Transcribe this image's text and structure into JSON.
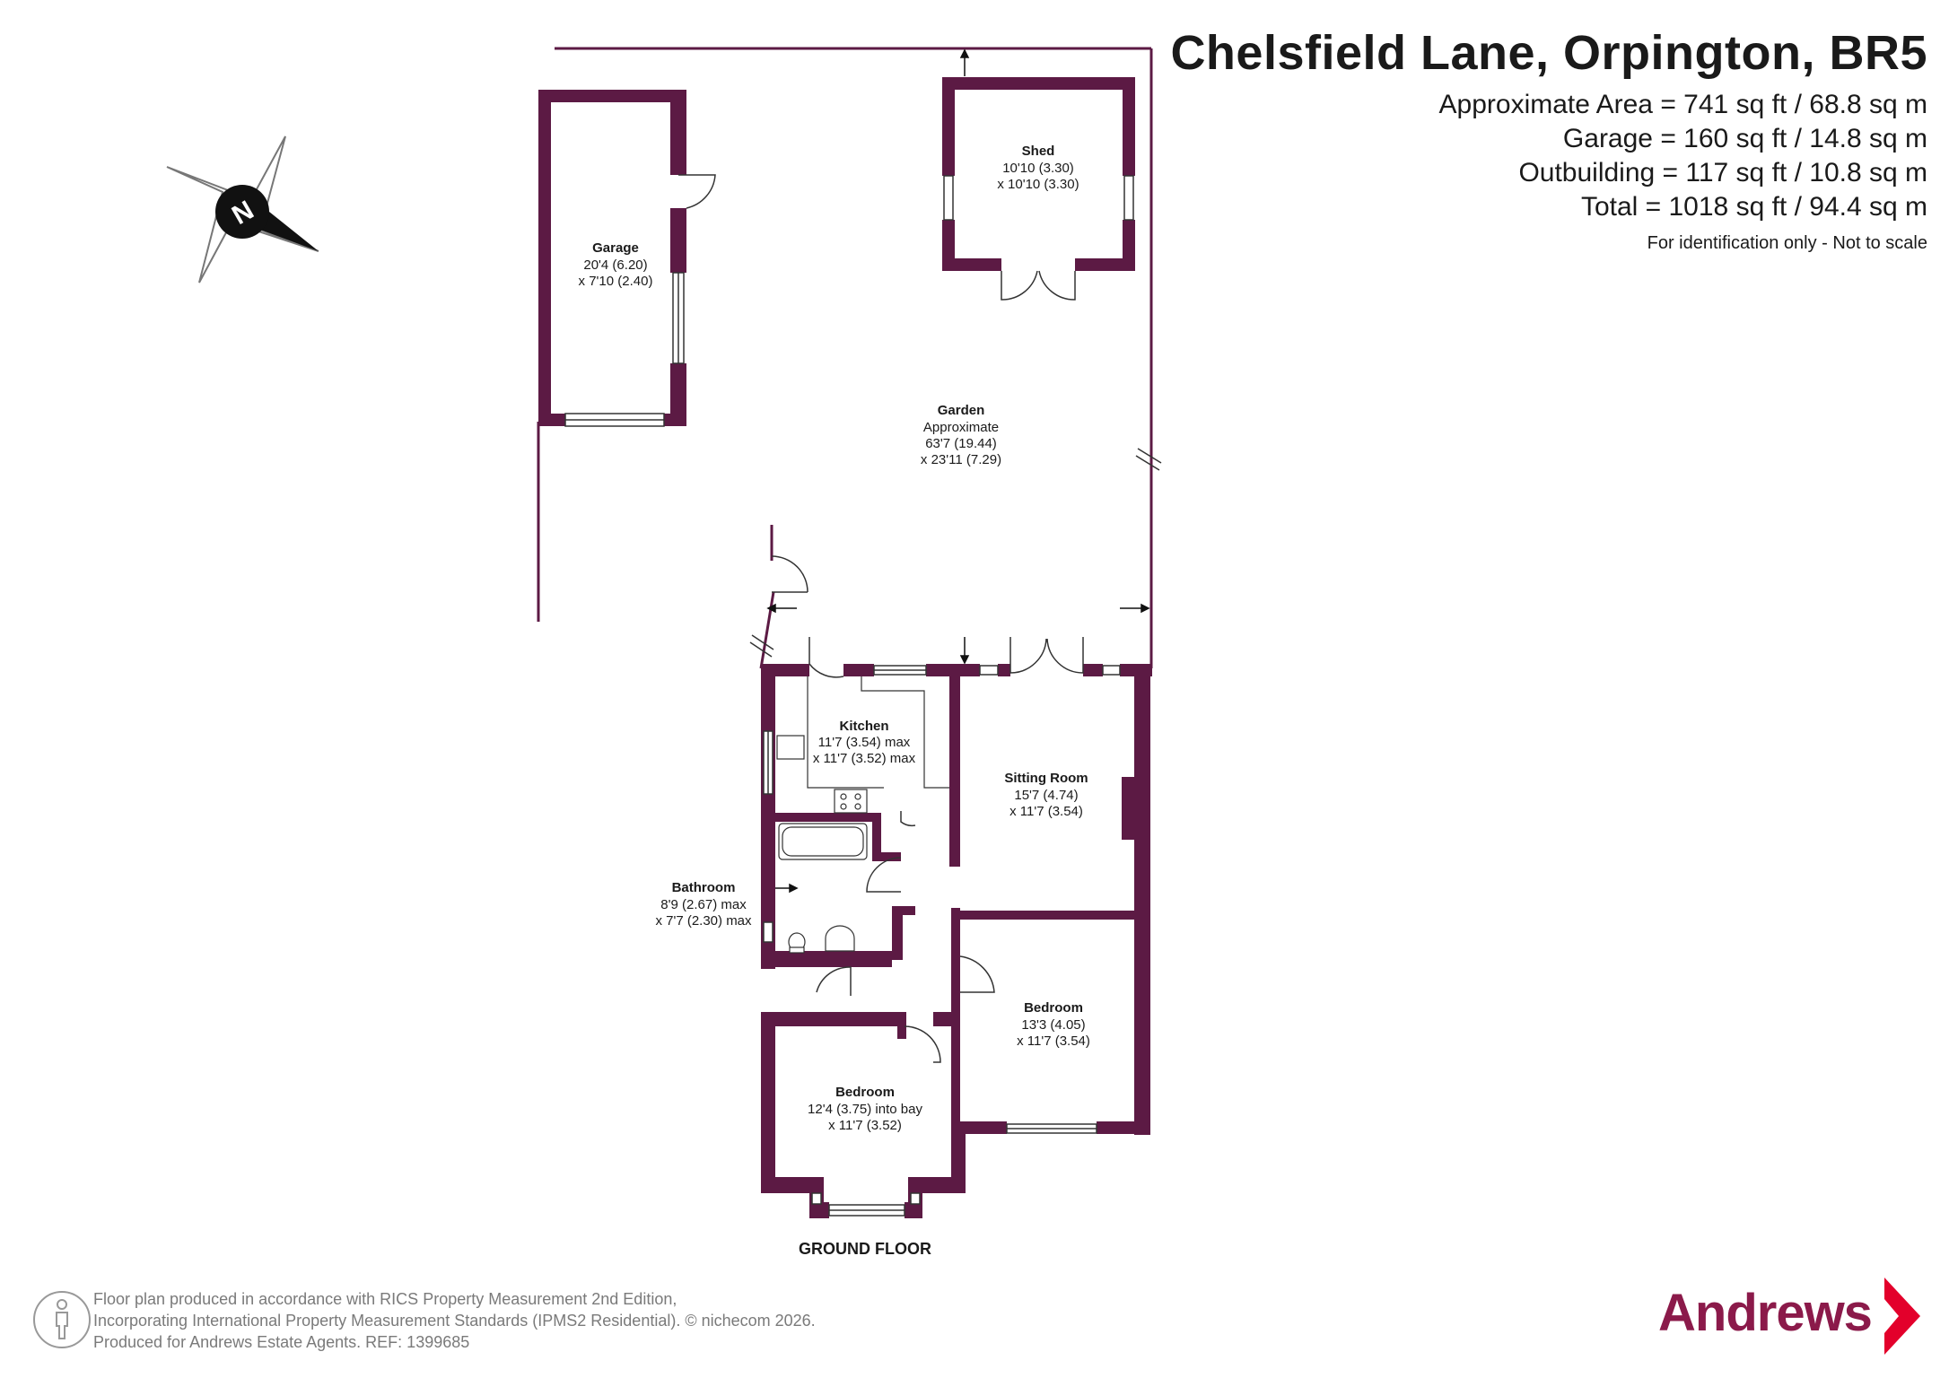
{
  "header": {
    "title": "Chelsfield Lane, Orpington, BR5",
    "areas": [
      "Approximate Area = 741 sq ft / 68.8 sq m",
      "Garage = 160 sq ft / 14.8 sq m",
      "Outbuilding = 117 sq ft / 10.8 sq m",
      "Total = 1018 sq ft / 94.4 sq m"
    ],
    "disclaimer": "For identification only - Not to scale"
  },
  "compass": {
    "label": "N"
  },
  "rooms": {
    "garage": {
      "name": "Garage",
      "dim1": "20'4 (6.20)",
      "dim2": "x 7'10 (2.40)"
    },
    "shed": {
      "name": "Shed",
      "dim1": "10'10 (3.30)",
      "dim2": "x 10'10 (3.30)"
    },
    "garden": {
      "name": "Garden",
      "note": "Approximate",
      "dim1": "63'7 (19.44)",
      "dim2": "x 23'11 (7.29)"
    },
    "kitchen": {
      "name": "Kitchen",
      "dim1": "11'7 (3.54) max",
      "dim2": "x 11'7 (3.52) max"
    },
    "sitting_room": {
      "name": "Sitting Room",
      "dim1": "15'7 (4.74)",
      "dim2": "x 11'7 (3.54)"
    },
    "bathroom": {
      "name": "Bathroom",
      "dim1": "8'9 (2.67) max",
      "dim2": "x 7'7 (2.30) max"
    },
    "bedroom1": {
      "name": "Bedroom",
      "dim1": "13'3 (4.05)",
      "dim2": "x 11'7 (3.54)"
    },
    "bedroom2": {
      "name": "Bedroom",
      "dim1": "12'4 (3.75) into bay",
      "dim2": "x 11'7 (3.52)"
    }
  },
  "floor_label": "GROUND FLOOR",
  "footer": {
    "lines": [
      "Floor plan produced in accordance with RICS Property Measurement 2nd Edition,",
      "Incorporating International Property Measurement Standards (IPMS2 Residential).   © nichecom 2026.",
      "Produced for Andrews Estate Agents.   REF: 1399685"
    ]
  },
  "brand": {
    "name": "Andrews"
  },
  "colors": {
    "wall": "#5c1a44",
    "brand": "#8b1a4a",
    "brand_arrow": "#e3002b",
    "text": "#1a1a1a",
    "footer_text": "#7a7a7a"
  }
}
